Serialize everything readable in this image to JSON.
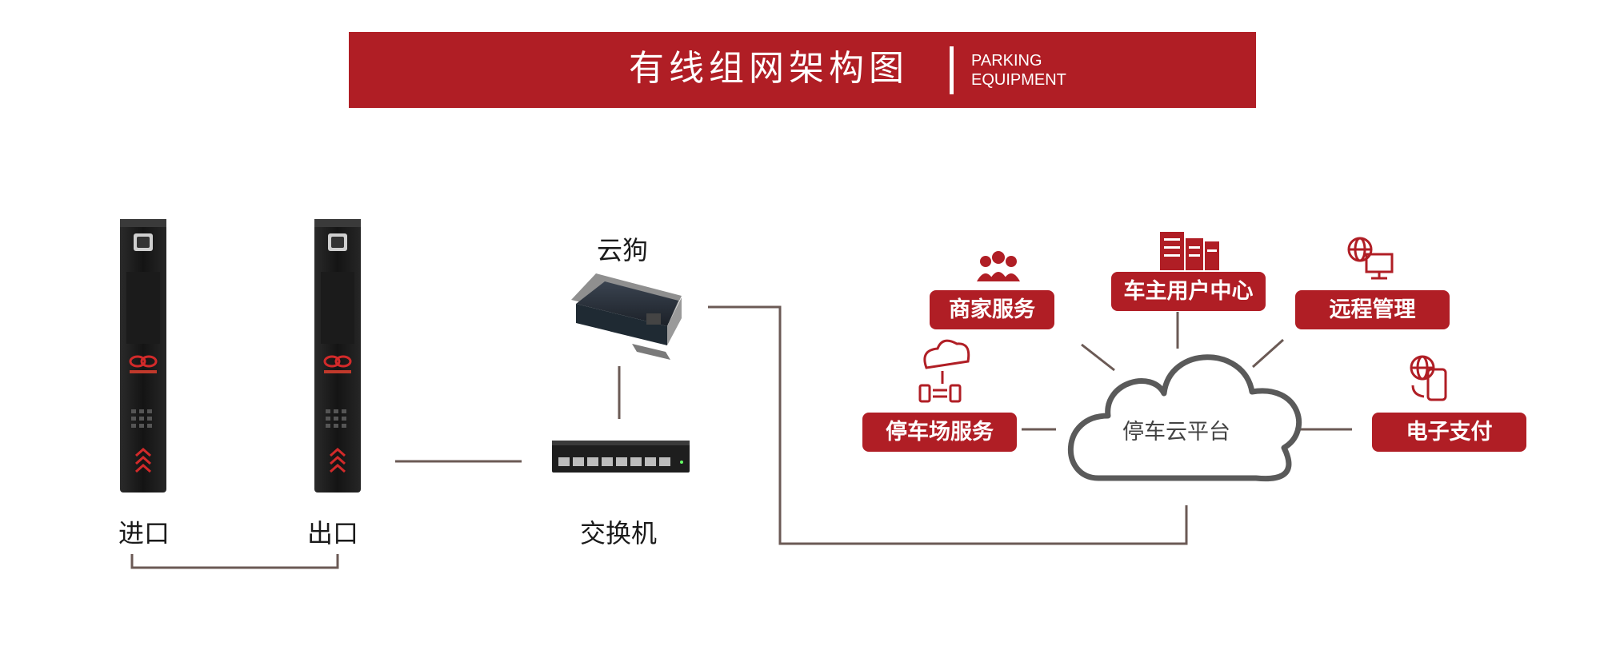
{
  "header": {
    "title": "有线组网架构图",
    "subtitle_line1": "PARKING",
    "subtitle_line2": "EQUIPMENT"
  },
  "devices": {
    "entrance_label": "进口",
    "exit_label": "出口",
    "cloud_dog_label": "云狗",
    "switch_label": "交换机"
  },
  "cloud": {
    "center_label": "停车云平台",
    "services": {
      "merchant": "商家服务",
      "owner_center": "车主用户中心",
      "remote": "远程管理",
      "parking": "停车场服务",
      "payment": "电子支付"
    }
  },
  "colors": {
    "brand_red": "#b01e25",
    "line_brown": "#6b5a55",
    "cloud_stroke": "#5a5a5a"
  }
}
